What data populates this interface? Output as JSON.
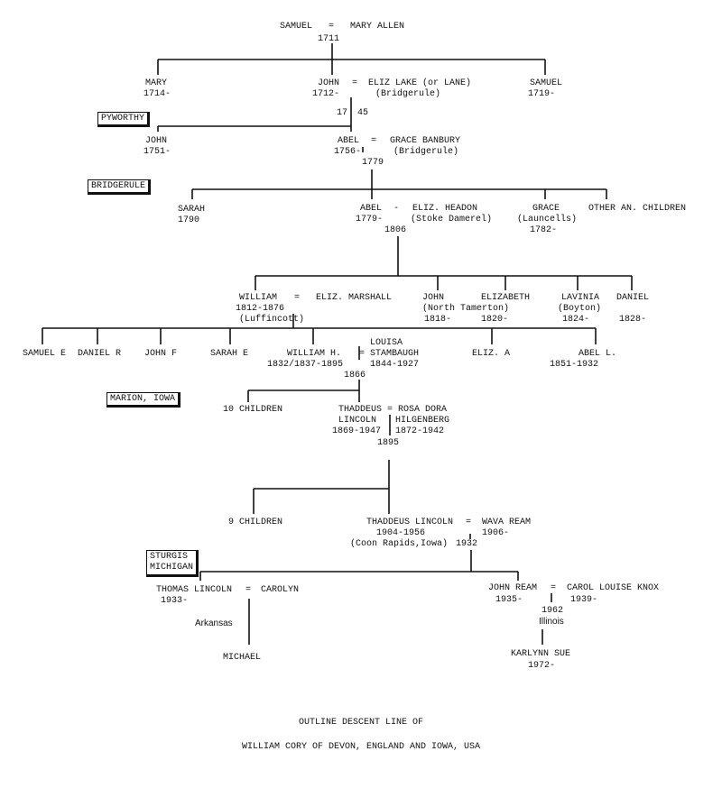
{
  "places": {
    "pyworthy": "PYWORTHY",
    "bridgerule": "BRIDGERULE",
    "marion": "MARION, IOWA",
    "sturgis1": "STURGIS",
    "sturgis2": "MICHIGAN"
  },
  "g1": {
    "couple": "SAMUEL   =   MARY ALLEN",
    "year": "1711"
  },
  "g2": {
    "mary": "MARY",
    "mary_year": "1714-",
    "john": "JOHN",
    "john_year": "1712-",
    "eq": "=",
    "wife": "ELIZ LAKE (or LANE)",
    "wife_place": "(Bridgerule)",
    "samuel": "SAMUEL",
    "samuel_year": "1719-",
    "marr_a": "17",
    "marr_b": "45"
  },
  "g3": {
    "john": "JOHN",
    "john_year": "1751-",
    "abel": "ABEL",
    "eq": "=",
    "wife": "GRACE BANBURY",
    "abel_year": "1756-",
    "wife_place": "(Bridgerule)",
    "marr": "1779"
  },
  "g4": {
    "sarah": "SARAH",
    "sarah_year": "1790",
    "abel": "ABEL",
    "eq": "-",
    "wife": "ELIZ. HEADON",
    "abel_year": "1779-",
    "wife_place": "(Stoke Damerel)",
    "marr": "1806",
    "grace": "GRACE",
    "grace_place": "(Launcells)",
    "grace_year": "1782-",
    "other": "OTHER AN. CHILDREN"
  },
  "g5": {
    "william": "WILLIAM",
    "eq": "=",
    "wife": "ELIZ. MARSHALL",
    "william_years": "1812-1876",
    "william_place": "(Luffincott)",
    "john": "JOHN",
    "john_place": "(North Tamerton)",
    "john_year": "1818-",
    "elizabeth": "ELIZABETH",
    "elizabeth_year": "1820-",
    "lavinia": "LAVINIA",
    "lavinia_place": "(Boyton)",
    "lavinia_year": "1824-",
    "daniel": "DANIEL",
    "daniel_year": "1828-"
  },
  "g6": {
    "samuel_e": "SAMUEL E",
    "daniel_r": "DANIEL R",
    "john_f": "JOHN F",
    "sarah_e": "SARAH E",
    "william_h": "WILLIAM H.",
    "william_h_years": "1832/1837-1895",
    "louisa1": "LOUISA",
    "louisa2": "STAMBAUGH",
    "louisa_years": "1844-1927",
    "eq": "=",
    "marr": "1866",
    "eliz_a": "ELIZ. A",
    "abel_l": "ABEL L.",
    "abel_l_years": "1851-1932"
  },
  "g7": {
    "ten": "10 CHILDREN",
    "thaddeus1": "THADDEUS",
    "thaddeus2": "LINCOLN",
    "thaddeus_years": "1869-1947",
    "eq": "=",
    "rosa1": "ROSA DORA",
    "rosa2": "HILGENBERG",
    "rosa_years": "1872-1942",
    "marr": "1895"
  },
  "g8": {
    "nine": "9 CHILDREN",
    "thaddeus": "THADDEUS LINCOLN",
    "thaddeus_years": "1904-1956",
    "thaddeus_place": "(Coon Rapids,Iowa)",
    "eq": "=",
    "wava": "WAVA REAM",
    "wava_year": "1906-",
    "marr": "1932"
  },
  "g9": {
    "thomas": "THOMAS LINCOLN",
    "thomas_year": "1933-",
    "eq1": "=",
    "carolyn": "CAROLYN",
    "arkansas": "Arkansas",
    "john": "JOHN REAM",
    "john_year": "1935-",
    "eq2": "=",
    "carol": "CAROL LOUISE KNOX",
    "carol_year": "1939-",
    "marr": "1962",
    "marr_place": "Illinois"
  },
  "g10": {
    "michael": "MICHAEL",
    "karlynn": "KARLYNN SUE",
    "karlynn_year": "1972-"
  },
  "footer": {
    "line1": "OUTLINE DESCENT LINE OF",
    "line2": "WILLIAM CORY OF DEVON, ENGLAND AND IOWA, USA"
  }
}
